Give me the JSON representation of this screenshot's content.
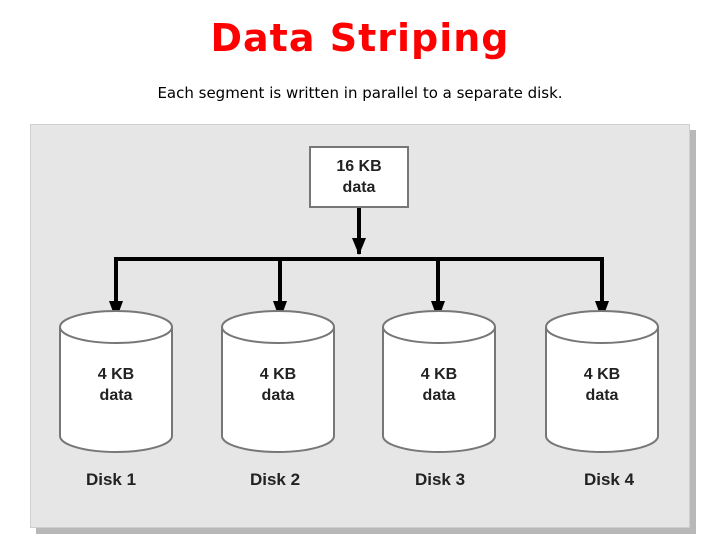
{
  "title": "Data Striping",
  "subtitle": "Each segment is written in parallel to a separate disk.",
  "source": {
    "line1": "16 KB",
    "line2": "data"
  },
  "disks": [
    {
      "line1": "4 KB",
      "line2": "data",
      "name": "Disk 1"
    },
    {
      "line1": "4 KB",
      "line2": "data",
      "name": "Disk 2"
    },
    {
      "line1": "4 KB",
      "line2": "data",
      "name": "Disk 3"
    },
    {
      "line1": "4 KB",
      "line2": "data",
      "name": "Disk 4"
    }
  ]
}
